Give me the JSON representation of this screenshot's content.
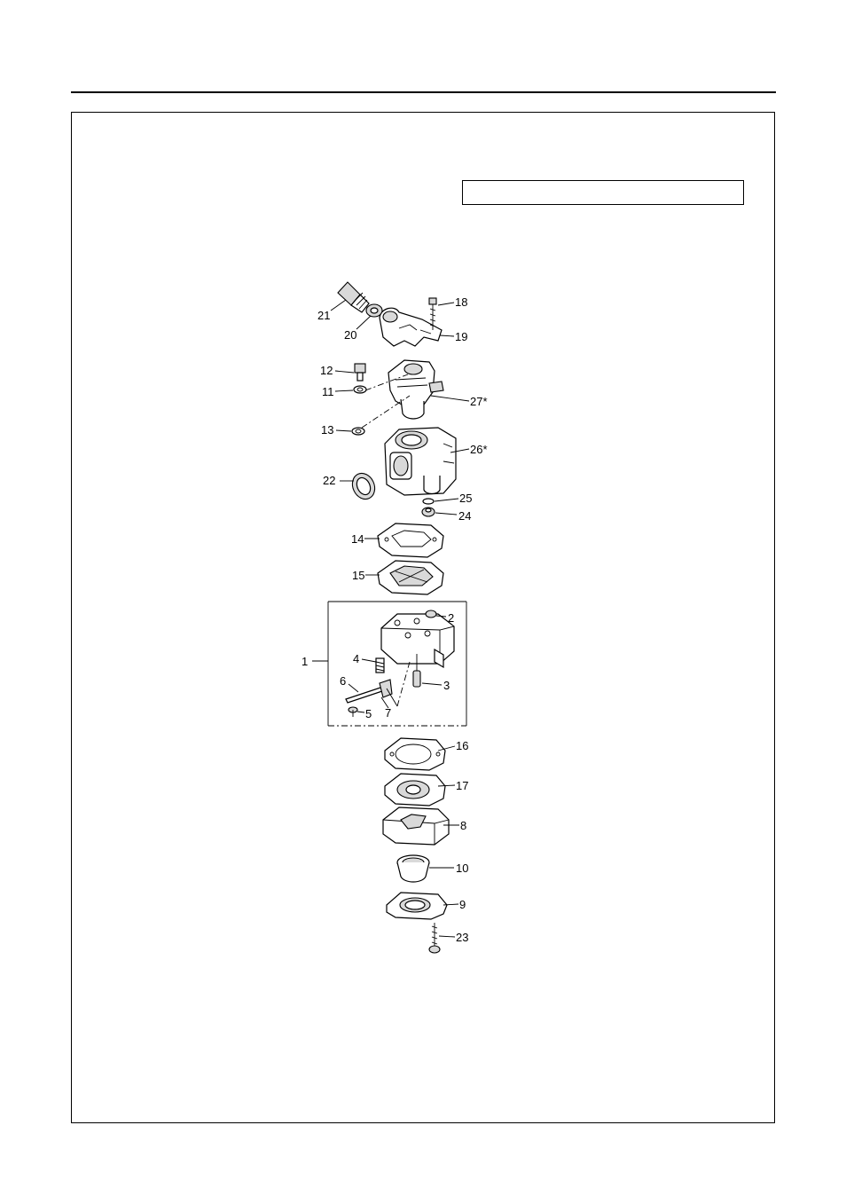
{
  "header_box": {
    "text": ""
  },
  "labels": {
    "p1": "1",
    "p2": "2",
    "p3": "3",
    "p4": "4",
    "p5": "5",
    "p6": "6",
    "p7": "7",
    "p8": "8",
    "p9": "9",
    "p10": "10",
    "p11": "11",
    "p12": "12",
    "p13": "13",
    "p14": "14",
    "p15": "15",
    "p16": "16",
    "p17": "17",
    "p18": "18",
    "p19": "19",
    "p20": "20",
    "p21": "21",
    "p22": "22",
    "p23": "23",
    "p24": "24",
    "p25": "25",
    "p26": "26*",
    "p27": "27*"
  }
}
